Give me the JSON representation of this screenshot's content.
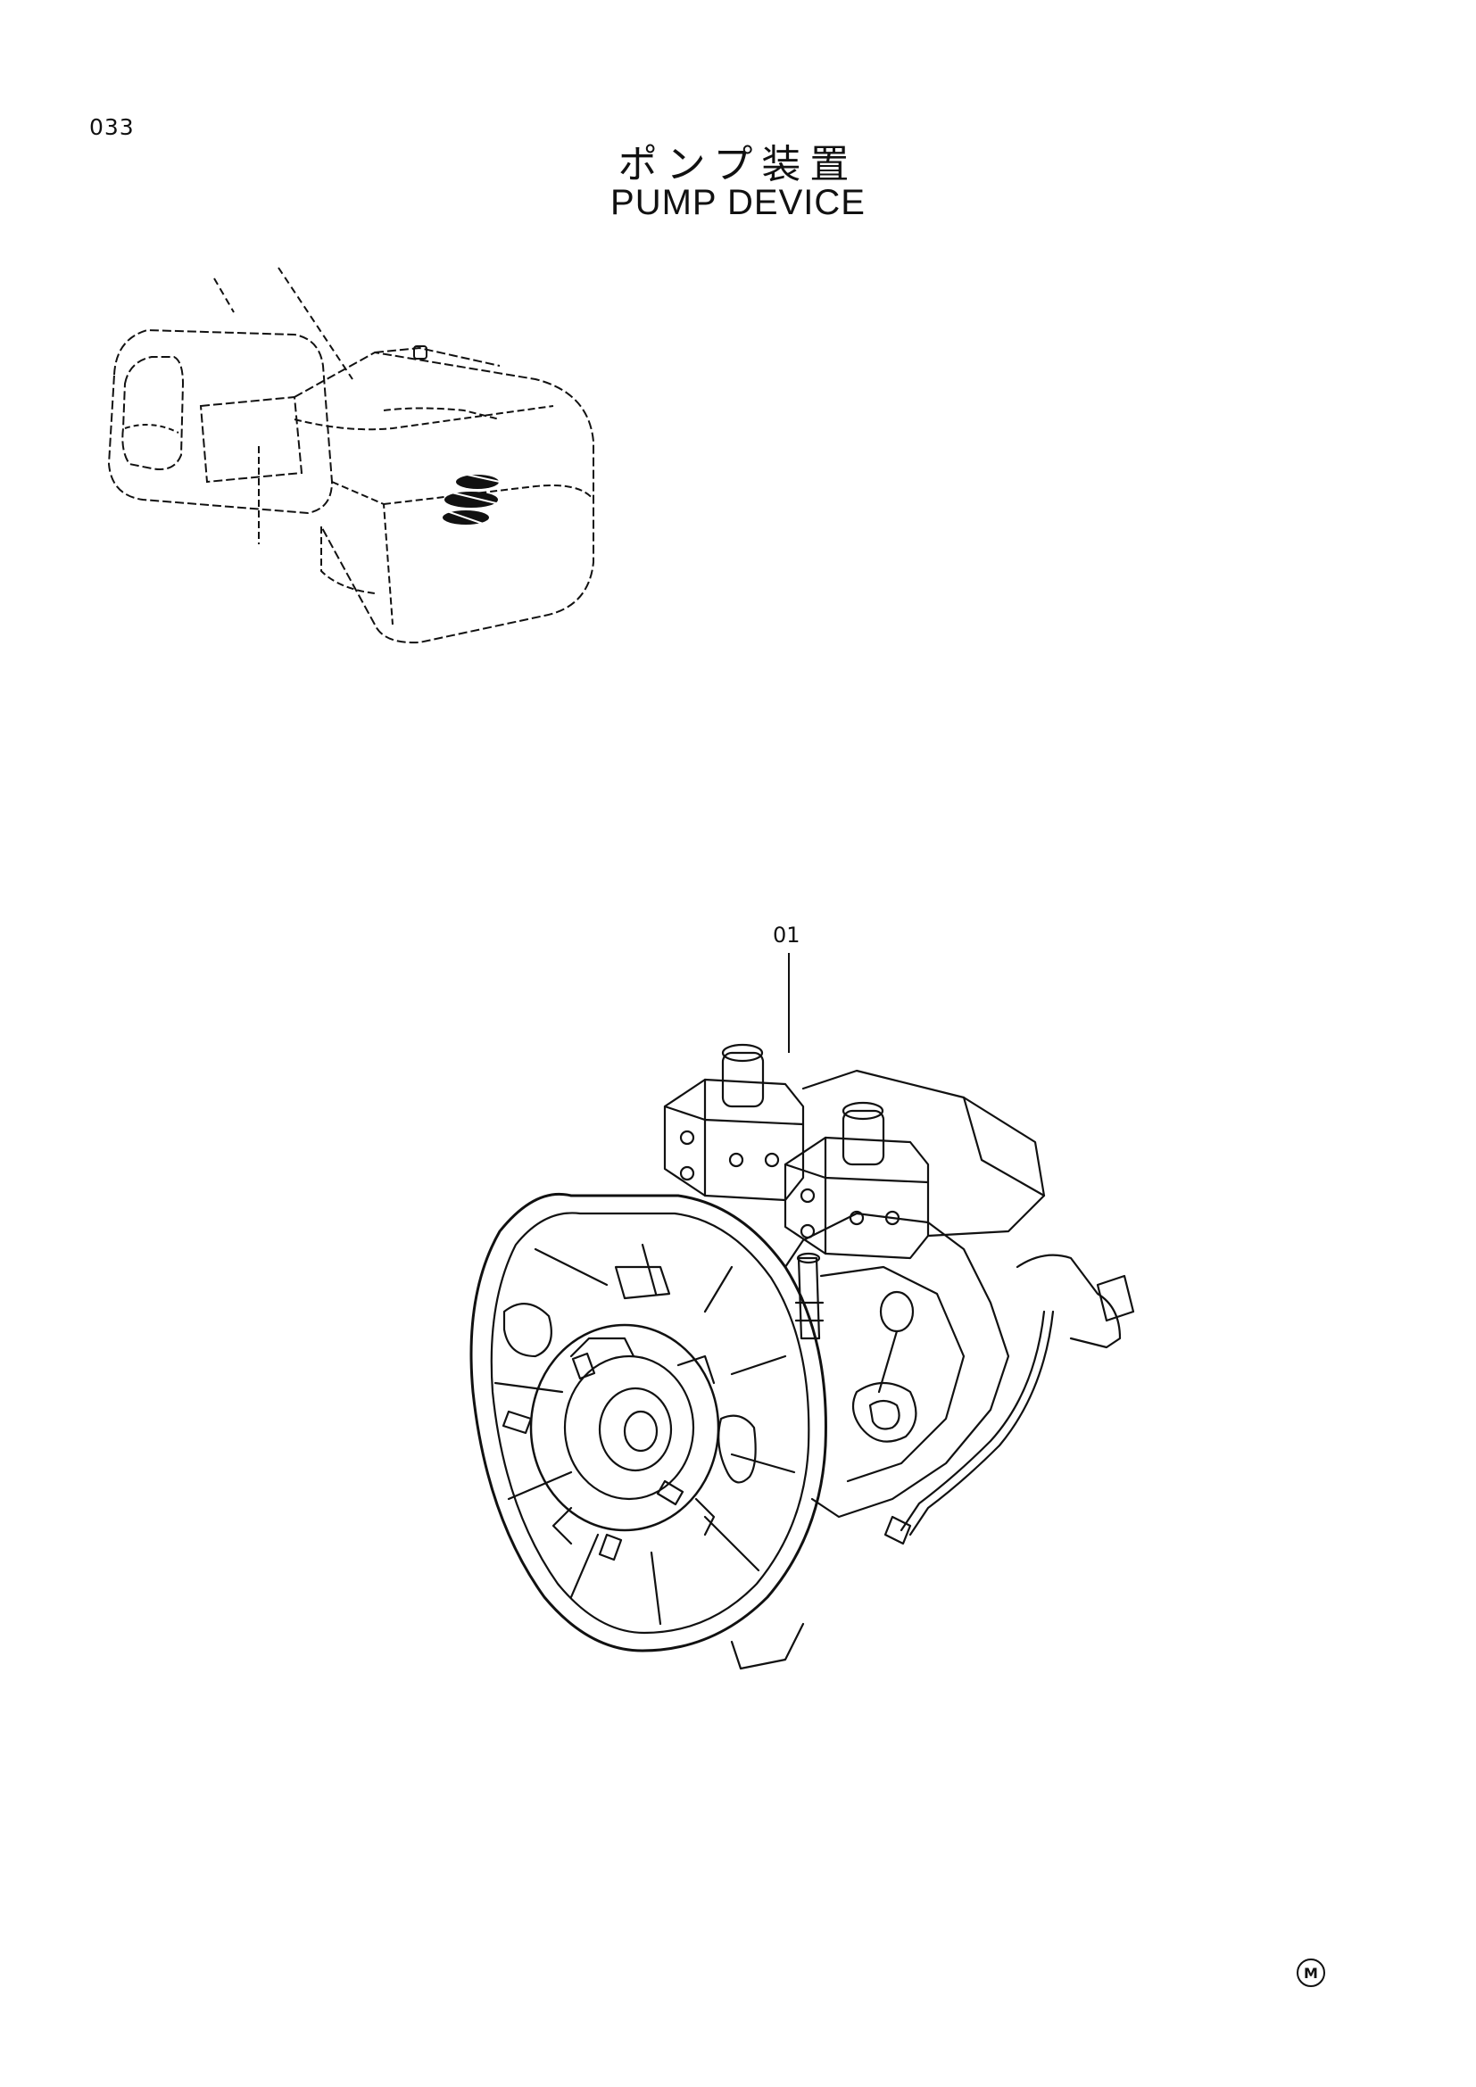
{
  "page": {
    "number": "033",
    "title_jp": "ポンプ装置",
    "title_en": "PUMP DEVICE"
  },
  "callouts": [
    {
      "label": "01",
      "target": "pump-device"
    }
  ],
  "footer": {
    "mark": "M"
  },
  "illustrations": {
    "locator": "excavator-locator-icon",
    "main": "pump-device-drawing"
  }
}
